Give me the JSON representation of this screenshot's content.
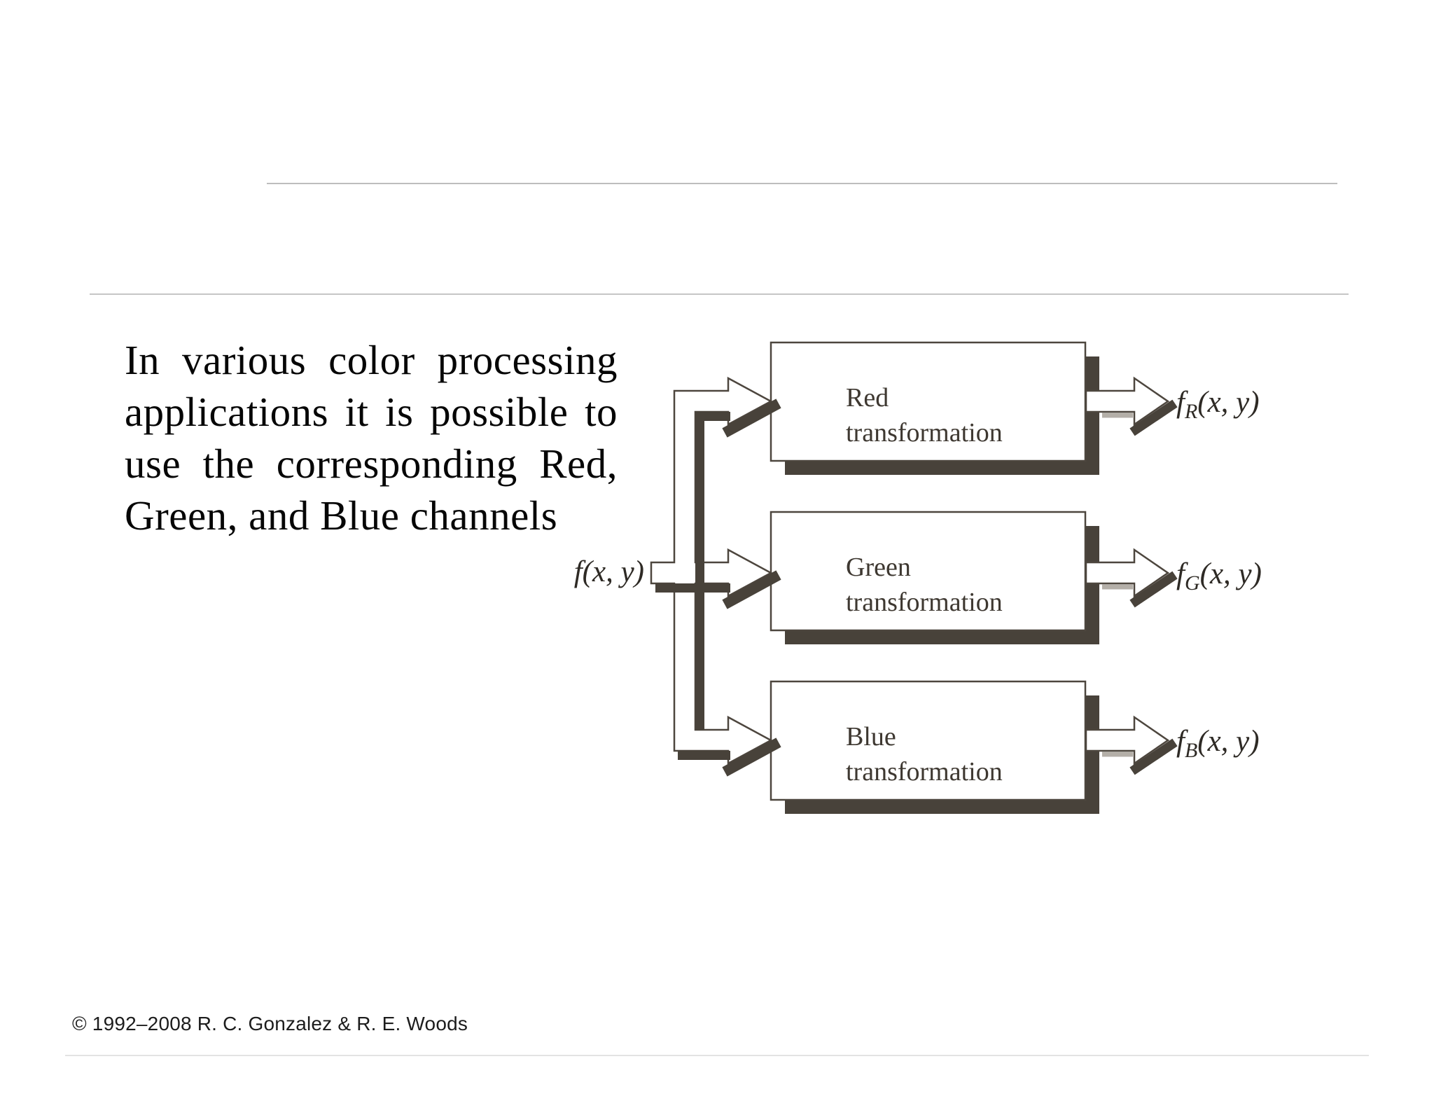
{
  "slide": {
    "background": "#ffffff",
    "colors": {
      "diagram_outline": "#4d463e",
      "diagram_shadow": "#48423a",
      "box_fill": "#ffffff",
      "box_text": "#3e3831",
      "rule_light": "#bdbdbd",
      "rule_footer": "#e3e3e3"
    }
  },
  "paragraph": {
    "lines": [
      "In various color processing",
      "applications it is possible to",
      "use the corresponding Red,",
      "Green, and Blue channels"
    ]
  },
  "diagram": {
    "input_label": "f(x, y)",
    "boxes": [
      {
        "line1": "Red",
        "line2": "transformation"
      },
      {
        "line1": "Green",
        "line2": "transformation"
      },
      {
        "line1": "Blue",
        "line2": "transformation"
      }
    ],
    "outputs": [
      {
        "f": "f",
        "sub": "R",
        "args": "(x, y)"
      },
      {
        "f": "f",
        "sub": "G",
        "args": "(x, y)"
      },
      {
        "f": "f",
        "sub": "B",
        "args": "(x, y)"
      }
    ]
  },
  "footer": {
    "copyright": "© 1992–2008 R. C. Gonzalez & R. E. Woods"
  }
}
